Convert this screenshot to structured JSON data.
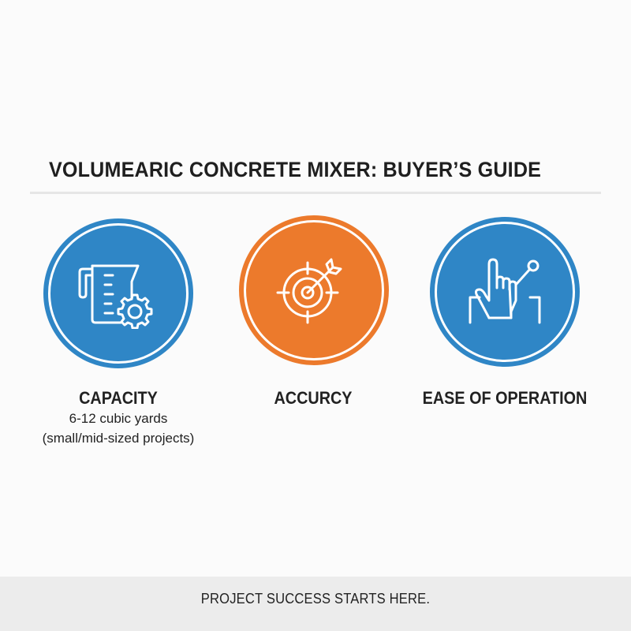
{
  "header": {
    "title": "VOLUMEARIC CONCRETE MIXER: BUYER’S GUIDE"
  },
  "features": [
    {
      "icon": "measuring-jug-gear-icon",
      "color": "#2f86c6",
      "label": "CAPACITY",
      "details": [
        "6-12 cubic yards",
        "(small/mid-sized projects)"
      ]
    },
    {
      "icon": "target-arrow-icon",
      "color": "#ec7a2c",
      "label": "ACCURCY",
      "details": []
    },
    {
      "icon": "hand-joystick-icon",
      "color": "#2f86c6",
      "label": "EASE OF OPERATION",
      "details": []
    }
  ],
  "footer": {
    "tagline": "PROJECT SUCCESS STARTS HERE."
  }
}
